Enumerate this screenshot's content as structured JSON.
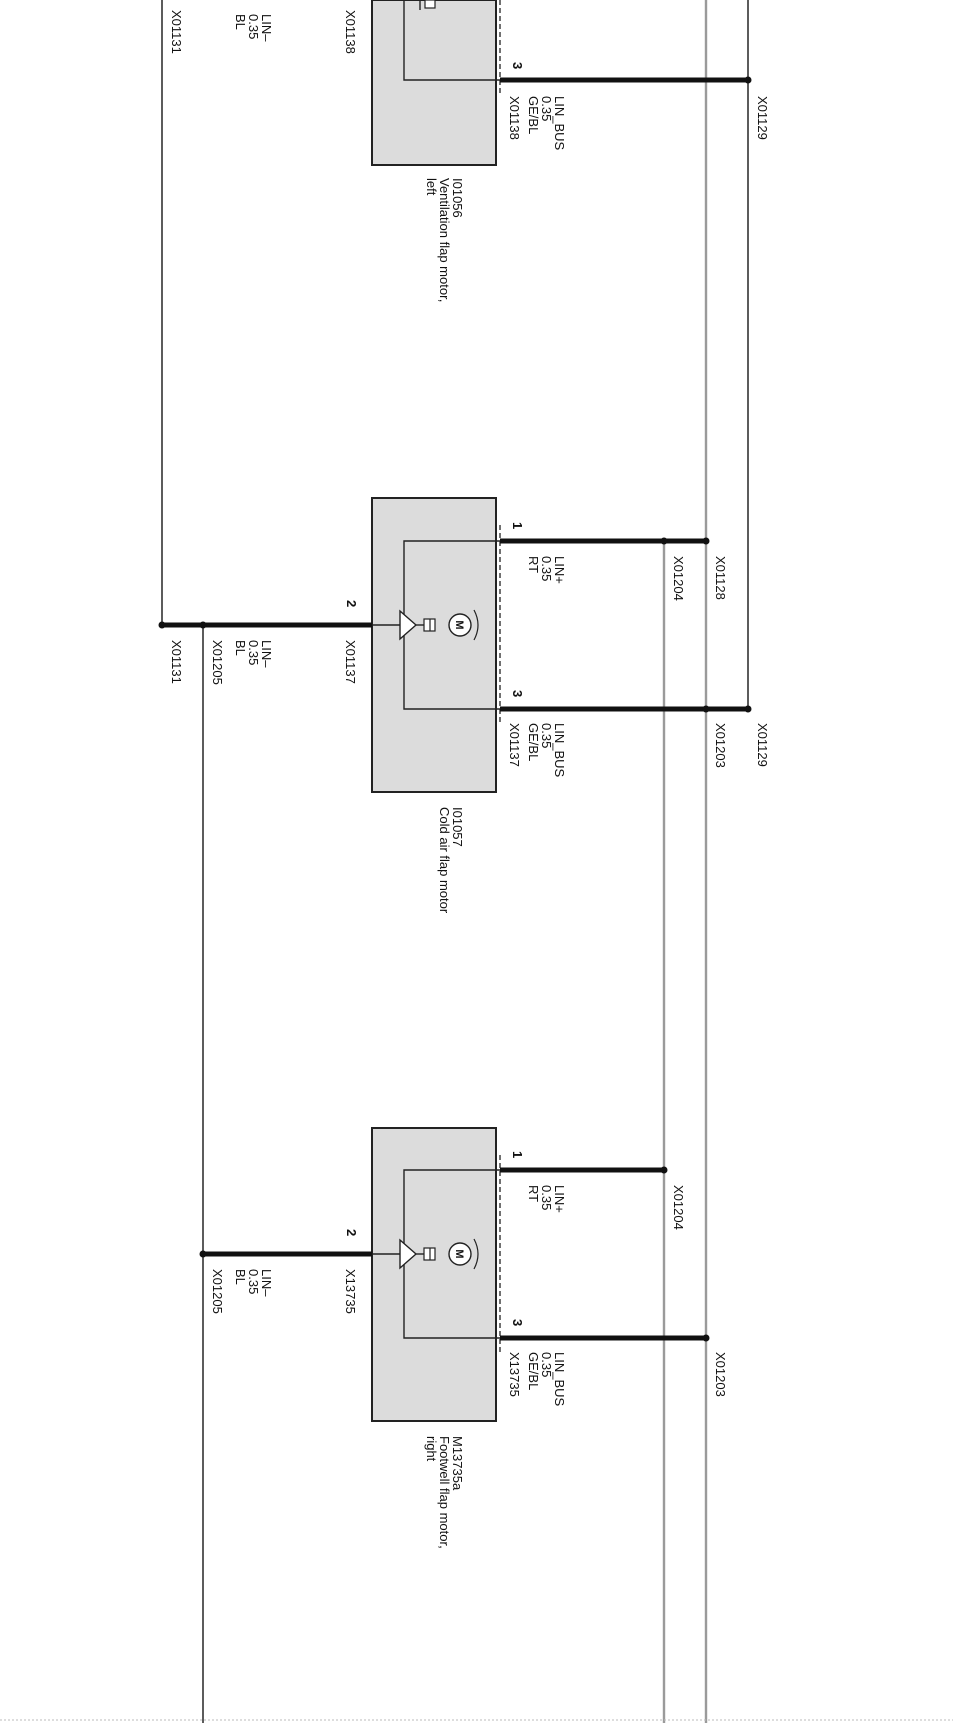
{
  "colors": {
    "wire_heavy": "#111111",
    "wire_thin": "#333333",
    "wire_grey": "#9a9a9a",
    "component_fill": "#dcdcdc",
    "component_stroke": "#222222"
  },
  "connectors": {
    "x01131": "X01131",
    "x01129": "X01129",
    "x01128": "X01128",
    "x01204": "X01204",
    "x01203": "X01203",
    "x01205": "X01205",
    "x01138": "X01138",
    "x01137": "X01137",
    "x13735": "X13735"
  },
  "pins": {
    "p1": "1",
    "p2": "2",
    "p3": "3"
  },
  "wires": {
    "lin_bus": [
      "LIN_BUS",
      "0.35",
      "GE/BL"
    ],
    "lin_plus": [
      "LIN+",
      "0.35",
      "RT"
    ],
    "lin_minus": [
      "LIN–",
      "0.35",
      "BL"
    ]
  },
  "components": {
    "left": {
      "id": "I01056",
      "name_lines": [
        "Ventilation flap motor,",
        "left"
      ]
    },
    "cold": {
      "id": "I01057",
      "name_lines": [
        "Cold air flap motor"
      ]
    },
    "right": {
      "id": "M13735a",
      "name_lines": [
        "Footwell flap motor,",
        "right"
      ]
    }
  },
  "motor_symbol": "M"
}
